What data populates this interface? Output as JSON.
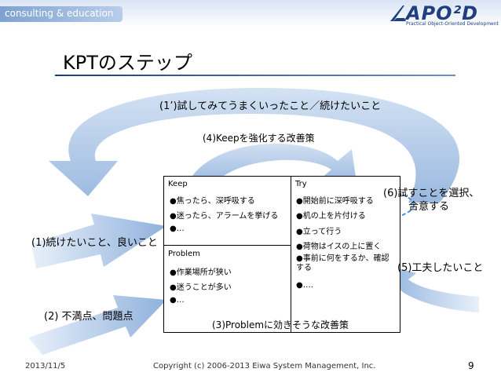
{
  "header": {
    "brand_text": "consulting & education",
    "logo_text": "APO²D",
    "logo_tagline": "Practical Object-Oriented Development"
  },
  "slide": {
    "title": "KPTのステップ"
  },
  "kpt": {
    "keep_header": "Keep",
    "keep_items": [
      "●焦ったら、深呼吸する",
      "●迷ったら、アラームを挙げる",
      "●…"
    ],
    "problem_header": "Problem",
    "problem_items": [
      "●作業場所が狭い",
      "●迷うことが多い",
      "●…"
    ],
    "try_header": "Try",
    "try_items": [
      "●開始前に深呼吸する",
      "●机の上を片付ける",
      "●立って行う",
      "●荷物はイスの上に置く",
      "●事前に何をするか、確認する",
      "●…."
    ]
  },
  "labels": {
    "step1": "(1)続けたいこと、良いこと",
    "step2": "(2) 不満点、問題点",
    "step3": "(3)Problemに効きそうな改善策",
    "step4": "(4)Keepを強化する改善策",
    "step5": "(5)工夫したいこと",
    "step6_line1": "(6)試すことを選択、",
    "step6_line2": "合意する",
    "step1_prime": "(1’)試してみてうまくいったこと／続けたいこと"
  },
  "footer": {
    "date": "2013/11/5",
    "copyright": "Copyright (c) 2006-2013 Eiwa System Management, Inc.",
    "page": "9"
  },
  "colors": {
    "arrow_fill": "#a9c4e6",
    "arrow_dark": "#7fa4d4",
    "ellipse": "#5b9bd5",
    "title_underline": "#1e3f7d",
    "logo": "#1f3f7e"
  }
}
